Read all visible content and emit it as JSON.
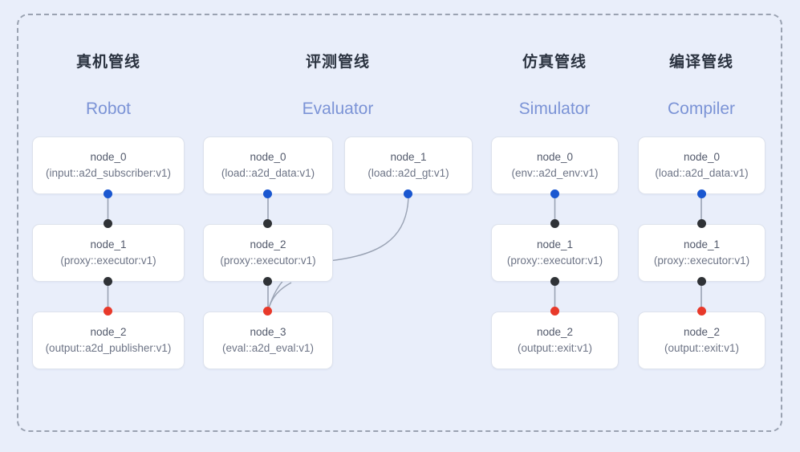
{
  "diagram": {
    "title_visible": false,
    "frame": {
      "style": "dashed-rounded-rectangle",
      "color": "#9aa2b1"
    },
    "background_color": "#e9eefa",
    "port_colors": {
      "input": "#1a57d0",
      "middle": "#2f3236",
      "output": "#e8392a"
    },
    "columns": [
      {
        "id": "robot",
        "title_cn": "真机管线",
        "title_en": "Robot",
        "nodes": [
          {
            "name": "node_0",
            "spec": "(input::a2d_subscriber:v1)"
          },
          {
            "name": "node_1",
            "spec": "(proxy::executor:v1)"
          },
          {
            "name": "node_2",
            "spec": "(output::a2d_publisher:v1)"
          }
        ]
      },
      {
        "id": "evaluator",
        "title_cn": "评测管线",
        "title_en": "Evaluator",
        "nodes": [
          {
            "name": "node_0",
            "spec": "(load::a2d_data:v1)"
          },
          {
            "name": "node_1",
            "spec": "(load::a2d_gt:v1)"
          },
          {
            "name": "node_2",
            "spec": "(proxy::executor:v1)"
          },
          {
            "name": "node_3",
            "spec": "(eval::a2d_eval:v1)"
          }
        ]
      },
      {
        "id": "simulator",
        "title_cn": "仿真管线",
        "title_en": "Simulator",
        "nodes": [
          {
            "name": "node_0",
            "spec": "(env::a2d_env:v1)"
          },
          {
            "name": "node_1",
            "spec": "(proxy::executor:v1)"
          },
          {
            "name": "node_2",
            "spec": "(output::exit:v1)"
          }
        ]
      },
      {
        "id": "compiler",
        "title_cn": "编译管线",
        "title_en": "Compiler",
        "nodes": [
          {
            "name": "node_0",
            "spec": "(load::a2d_data:v1)"
          },
          {
            "name": "node_1",
            "spec": "(proxy::executor:v1)"
          },
          {
            "name": "node_2",
            "spec": "(output::exit:v1)"
          }
        ]
      }
    ]
  }
}
